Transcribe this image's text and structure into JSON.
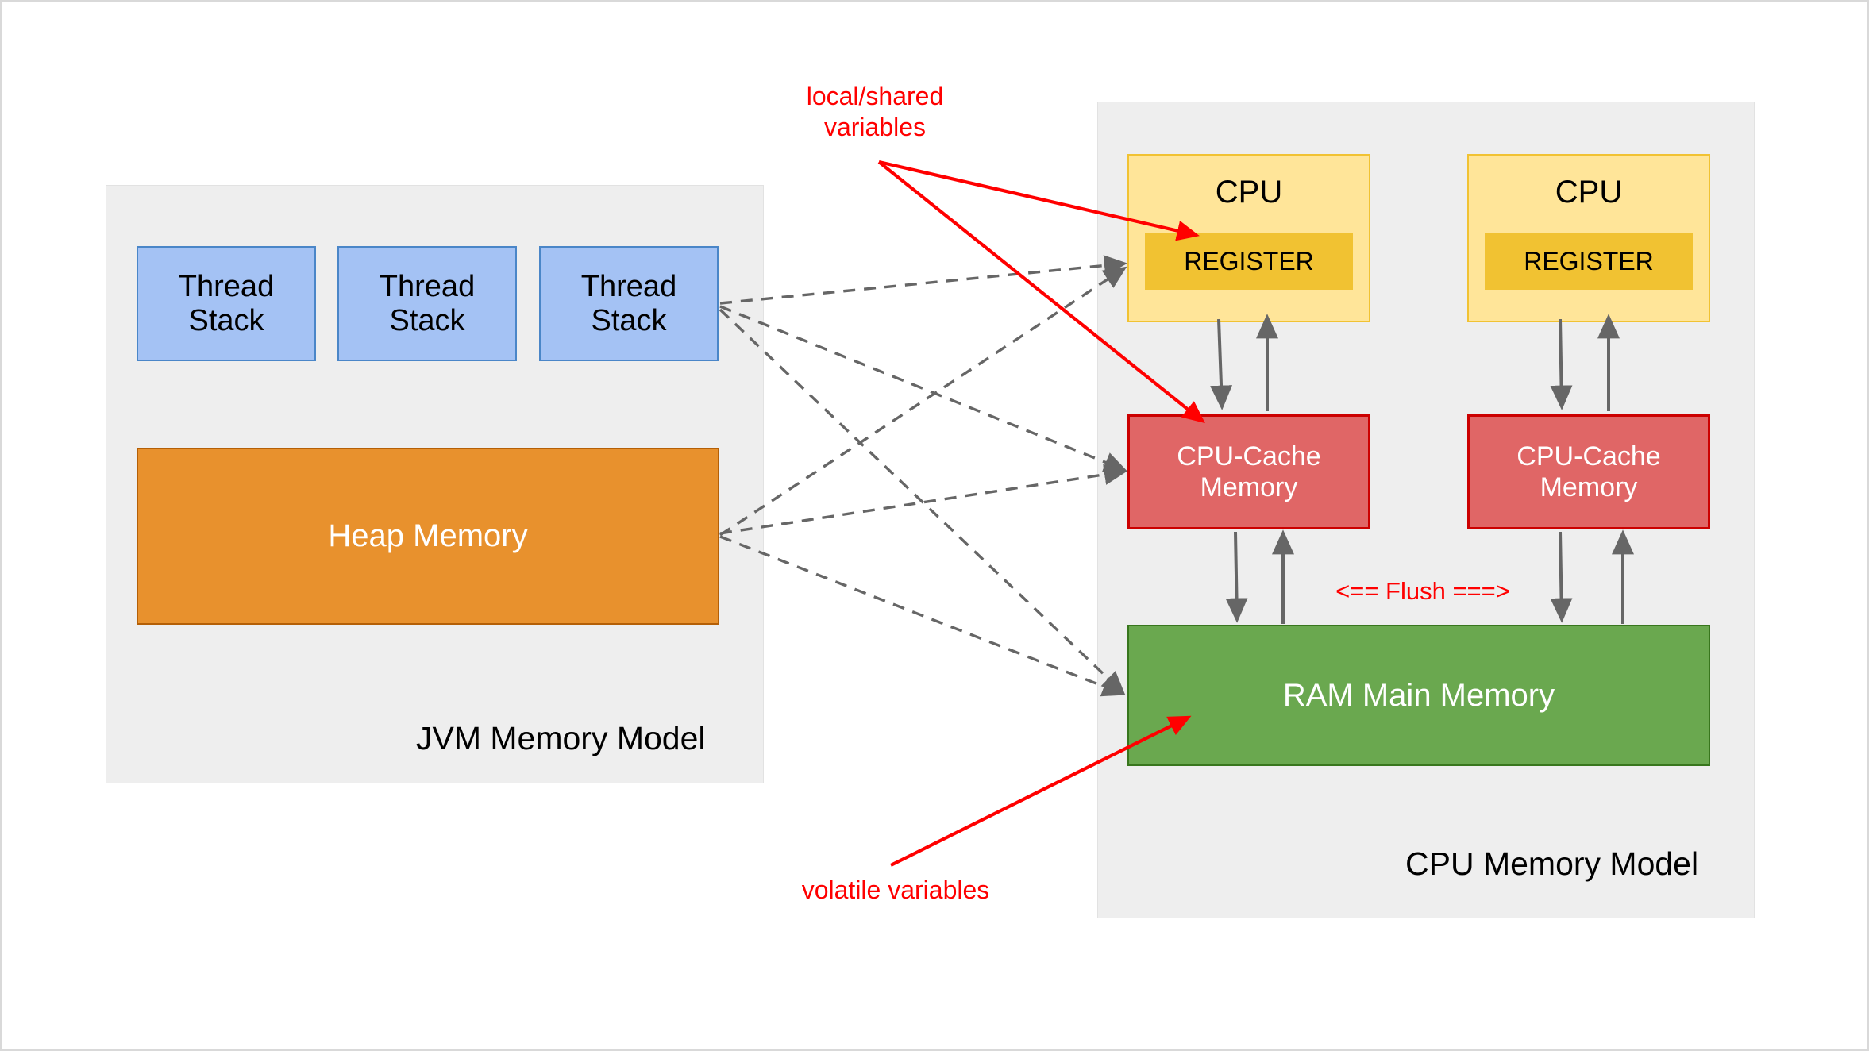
{
  "diagram": {
    "title": "JVM Memory Model and CPU Memory Model",
    "colors": {
      "canvas_background": "#ffffff",
      "panel_background": "#eeeeee",
      "thread_stack_fill": "#a4c2f4",
      "thread_stack_border": "#4a86c8",
      "heap_fill": "#e8912d",
      "heap_border": "#b45f06",
      "cpu_fill": "#ffe599",
      "cpu_border": "#f1c232",
      "register_fill": "#f1c232",
      "cache_fill": "#e06666",
      "cache_border": "#cc0000",
      "ram_fill": "#6aa84f",
      "ram_border": "#38761d",
      "annotation_red": "#ff0000",
      "connector_gray": "#666666"
    },
    "panels": [
      {
        "id": "jvm",
        "caption": "JVM Memory Model",
        "thread_stacks": [
          {
            "label": "Thread\nStack"
          },
          {
            "label": "Thread\nStack"
          },
          {
            "label": "Thread\nStack"
          }
        ],
        "heap": {
          "label": "Heap Memory"
        }
      },
      {
        "id": "cpu",
        "caption": "CPU Memory Model",
        "cpus": [
          {
            "label": "CPU",
            "register_label": "REGISTER",
            "cache_label": "CPU-Cache\nMemory"
          },
          {
            "label": "CPU",
            "register_label": "REGISTER",
            "cache_label": "CPU-Cache\nMemory"
          }
        ],
        "ram": {
          "label": "RAM Main Memory"
        }
      }
    ],
    "annotations": [
      {
        "id": "local-shared",
        "text": "local/shared\nvariables",
        "color": "#ff0000"
      },
      {
        "id": "volatile",
        "text": "volatile variables",
        "color": "#ff0000"
      },
      {
        "id": "flush",
        "text": "<== Flush ===>",
        "color": "#ff0000"
      }
    ]
  }
}
